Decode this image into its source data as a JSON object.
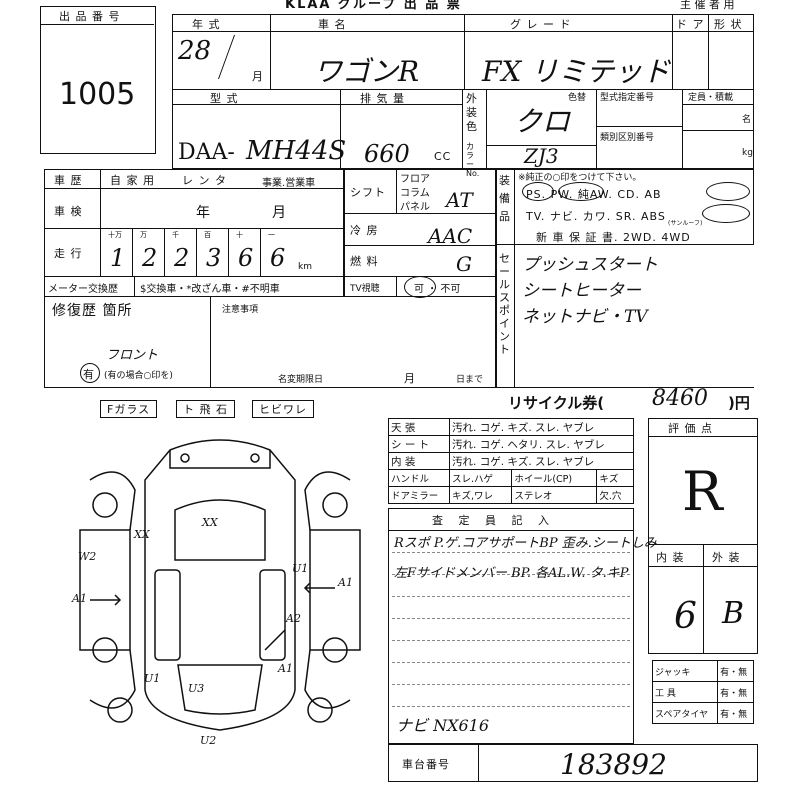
{
  "header": {
    "org_title": "KLAA グループ 出 品 票",
    "sponsor": "主 催 者 用",
    "lot_label": "出 品 番 号",
    "lot_number": "1005"
  },
  "vehicle": {
    "year_label": "年 式",
    "name_label": "車 名",
    "grade_label": "グ レ ー ド",
    "door_label": "ド ア",
    "body_label": "形 状",
    "year": "28",
    "month_unit": "月",
    "name": "ワゴンR",
    "grade": "FX リミテッド",
    "model_label": "型 式",
    "displacement_label": "排 気 量",
    "model_prefix": "DAA-",
    "model": "MH44S",
    "displacement": "660",
    "cc_unit": "CC",
    "exterior_color_label": "外装色",
    "color_label": "色替",
    "color": "クロ",
    "color_no_label": "カラーNo.",
    "color_no": "ZJ3",
    "type_designation_label": "型式指定番号",
    "category_label": "類別区別番号",
    "capacity_label": "定員・積載",
    "capacity_unit": "名",
    "weight_unit": "kg"
  },
  "history": {
    "history_label": "車 歴",
    "private_label": "自 家 用",
    "rental_label": "レ ン タ",
    "business_label": "事業.営業車",
    "inspection_label": "車 検",
    "year_unit": "年",
    "month_unit": "月",
    "mileage_label": "走 行",
    "digit_labels": [
      "十万",
      "万",
      "千",
      "百",
      "十",
      "一"
    ],
    "mileage_digits": [
      "1",
      "2",
      "2",
      "3",
      "6",
      "6"
    ],
    "km_unit": "km",
    "meter_label": "メーター交換歴",
    "meter_options": "$交換車・*改ざん車・#不明車",
    "repair_label": "修復歴 箇所",
    "repair_note_label": "(有の場合○印を)",
    "repair_flag": "有",
    "repair_handwritten": "フロント",
    "notes_label": "注意事項",
    "name_change_label": "名変期限日",
    "name_change_month": "月",
    "name_change_day": "日まで"
  },
  "specs": {
    "shift_label": "シフト",
    "shift_options": [
      "フロア",
      "コラム",
      "パネル"
    ],
    "shift_value": "AT",
    "ac_label": "冷 房",
    "ac_value": "AAC",
    "fuel_label": "燃 料",
    "fuel_value": "G",
    "tv_label": "TV視聴",
    "tv_options": "可 ・ 不可"
  },
  "equipment": {
    "label": "装備品",
    "note": "※純正の○印をつけて下さい。",
    "row1": "PS. PW. 純AW. CD. AB",
    "row2": "TV. ナビ. カワ. SR. ABS",
    "sunroof_note": "(サンルーフ)",
    "row3": "新 車 保 証 書. 2WD. 4WD",
    "sales_label": "セールスポイント",
    "sales_points": [
      "プッシュスタート",
      "シートヒーター",
      "ネットナビ・TV"
    ]
  },
  "glass": {
    "labels": [
      "Fガラス",
      "ト 飛 石",
      "ヒビワレ"
    ]
  },
  "recycle": {
    "label": "リサイクル券(",
    "amount": "8460",
    "unit": ")円"
  },
  "interior": {
    "rows": [
      {
        "label": "天 張",
        "options": "汚れ. コゲ. キズ. スレ. ヤブレ"
      },
      {
        "label": "シ ー ト",
        "options": "汚れ. コゲ. ヘタリ. スレ. ヤブレ"
      },
      {
        "label": "内 装",
        "options": "汚れ. コゲ. キズ. スレ. ヤブレ"
      }
    ],
    "handle_label": "ハンドル",
    "handle_options": "スレ.ハゲ",
    "wheel_label": "ホイール(CP)",
    "wheel_value": "キズ",
    "mirror_label": "ドアミラー",
    "mirror_options": "キズ,ワレ",
    "stereo_label": "ステレオ",
    "stereo_options": "欠.穴"
  },
  "inspector": {
    "label": "査 定 員 記 入",
    "lines": [
      "Rスポ P.ゲ.コアサポートBP 歪み.シートしみ",
      "左Fサイドメンバー BP. 各AL.W. タ.キP"
    ],
    "footer_note": "ナビ NX616"
  },
  "rating": {
    "label": "評 価 点",
    "score": "R",
    "interior_label": "内 装",
    "exterior_label": "外 装",
    "interior_score": "6",
    "exterior_score": "B"
  },
  "tools": {
    "rows": [
      {
        "label": "ジャッキ",
        "value": "有・無"
      },
      {
        "label": "工 具",
        "value": "有・無"
      },
      {
        "label": "スペアタイヤ",
        "value": "有・無"
      }
    ]
  },
  "chassis": {
    "label": "車台番号",
    "number": "183892"
  },
  "diagram": {
    "marks": [
      "XX",
      "XX",
      "W2",
      "A1",
      "U1",
      "A1",
      "A2",
      "A1",
      "U1",
      "U3",
      "U2"
    ]
  }
}
